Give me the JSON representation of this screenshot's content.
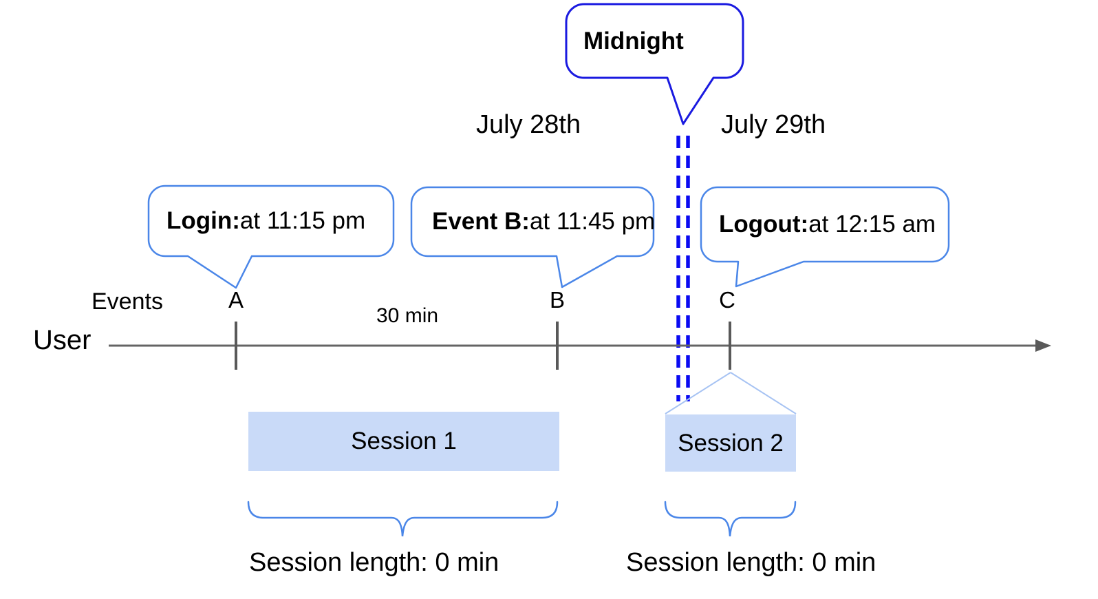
{
  "colors": {
    "accent_blue": "#4a86e8",
    "midnight_blue": "#1a1ae0",
    "dash_blue": "#0a0af2",
    "light_blue_line": "#a7c3f3",
    "session_fill": "#c9daf8",
    "axis_gray": "#646464",
    "tick_gray": "#595959",
    "text_black": "#000000"
  },
  "dates": {
    "left": "July 28th",
    "right": "July 29th"
  },
  "midnight_callout": {
    "label": "Midnight"
  },
  "callouts": {
    "login": {
      "label": "Login:",
      "text": " at 11:15 pm"
    },
    "event_b": {
      "label": "Event B:",
      "text": " at 11:45 pm"
    },
    "logout": {
      "label": "Logout:",
      "text": " at 12:15 am"
    }
  },
  "timeline": {
    "row_label": "User",
    "events_label": "Events",
    "interval_label": "30 min",
    "event_marks": [
      "A",
      "B",
      "C"
    ]
  },
  "sessions": {
    "session1": {
      "name": "Session 1",
      "length_label": "Session length: 0 min"
    },
    "session2": {
      "name": "Session 2",
      "length_label": "Session length: 0 min"
    }
  }
}
